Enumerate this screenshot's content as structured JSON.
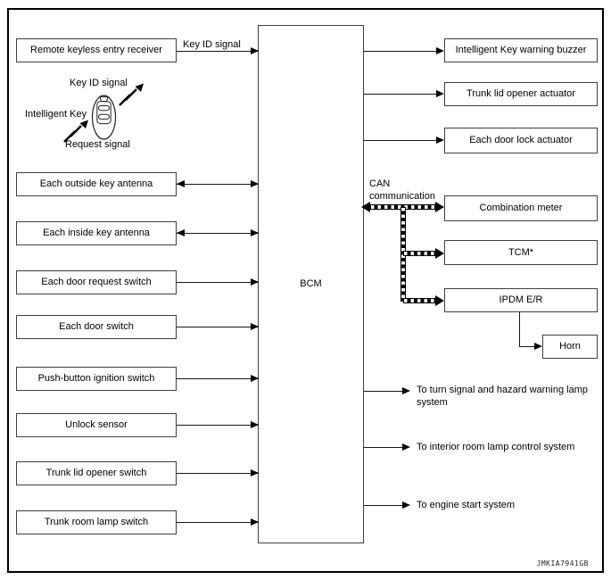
{
  "colors": {
    "ink": "#000000",
    "background": "#ffffff"
  },
  "figure_code": "JMKIA7941GB",
  "bcm": {
    "label": "BCM"
  },
  "remote_receiver": {
    "label": "Remote keyless entry receiver",
    "signal_label": "Key ID signal"
  },
  "intelligent_key": {
    "label": "Intelligent Key",
    "key_id_signal_label": "Key ID signal",
    "request_signal_label": "Request signal"
  },
  "left_inputs": [
    {
      "label": "Each outside key antenna",
      "direction": "bidirectional"
    },
    {
      "label": "Each inside key antenna",
      "direction": "bidirectional"
    },
    {
      "label": "Each door request switch",
      "direction": "to-bcm"
    },
    {
      "label": "Each door switch",
      "direction": "to-bcm"
    },
    {
      "label": "Push-button ignition switch",
      "direction": "to-bcm"
    },
    {
      "label": "Unlock sensor",
      "direction": "to-bcm"
    },
    {
      "label": "Trunk lid opener switch",
      "direction": "to-bcm"
    },
    {
      "label": "Trunk room lamp switch",
      "direction": "to-bcm"
    }
  ],
  "right_outputs": [
    {
      "label": "Intelligent Key warning buzzer"
    },
    {
      "label": "Trunk lid opener actuator"
    },
    {
      "label": "Each door lock actuator"
    }
  ],
  "can": {
    "label_line1": "CAN",
    "label_line2": "communication",
    "nodes": [
      {
        "label": "Combination meter"
      },
      {
        "label": "TCM*"
      },
      {
        "label": "IPDM E/R"
      }
    ],
    "horn": {
      "label": "Horn"
    }
  },
  "system_outputs": [
    {
      "label": "To turn signal and hazard warning lamp system"
    },
    {
      "label": "To interior room lamp control system"
    },
    {
      "label": "To engine start system"
    }
  ]
}
